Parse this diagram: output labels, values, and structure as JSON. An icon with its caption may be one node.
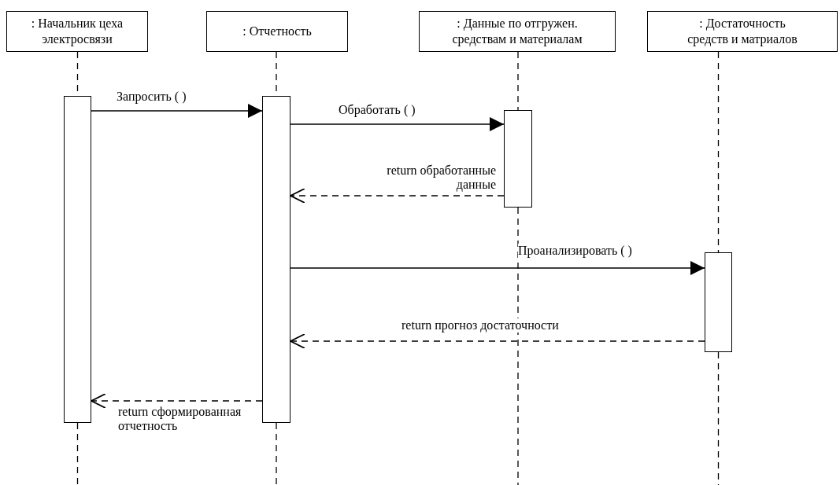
{
  "diagram": {
    "nodes": [
      {
        "text": [
          ": Начальник цеха электросвязи"
        ]
      },
      {
        "text": [
          ": Отчетность"
        ]
      },
      {
        "text": [
          ": Данные по отгружен. средствам и материалам"
        ]
      },
      {
        "text": [
          ": Достаточность средств и матриалов"
        ]
      },
      {
        "text": [],
        "shape": "bar"
      },
      {
        "text": [],
        "shape": "bar"
      },
      {
        "text": [],
        "shape": "bar"
      },
      {
        "text": [],
        "shape": "bar"
      }
    ],
    "edges": [
      {
        "from": 0,
        "to": 4,
        "arrow": "none",
        "style": "dashed"
      },
      {
        "from": 1,
        "to": 5,
        "arrow": "none",
        "style": "dashed"
      },
      {
        "from": 2,
        "to": 6,
        "arrow": "none",
        "style": "dashed"
      },
      {
        "from": 3,
        "to": 7,
        "arrow": "none",
        "style": "dashed"
      },
      {
        "from": 4,
        "to": 5,
        "arrow": "to",
        "label": "Запросить ( )"
      },
      {
        "from": 5,
        "to": 6,
        "arrow": "to",
        "label": "Обработать ( )"
      },
      {
        "from": 6,
        "to": 5,
        "arrow": "to",
        "style": "dashed",
        "label": "return обработанные данные"
      },
      {
        "from": 5,
        "to": 7,
        "arrow": "to",
        "label": "Проанализировать ( )"
      },
      {
        "from": 7,
        "to": 5,
        "arrow": "to",
        "style": "dashed",
        "label": "return прогноз достаточности"
      },
      {
        "from": 5,
        "to": 4,
        "arrow": "to",
        "style": "dashed",
        "label": "return сформированная отчетность"
      },
      {
        "from": 4,
        "to": null,
        "arrow": "none",
        "style": "dashed"
      },
      {
        "from": 5,
        "to": null,
        "arrow": "none",
        "style": "dashed"
      },
      {
        "from": 6,
        "to": null,
        "arrow": "none",
        "style": "dashed"
      },
      {
        "from": 7,
        "to": null,
        "arrow": "none",
        "style": "dashed"
      }
    ]
  }
}
